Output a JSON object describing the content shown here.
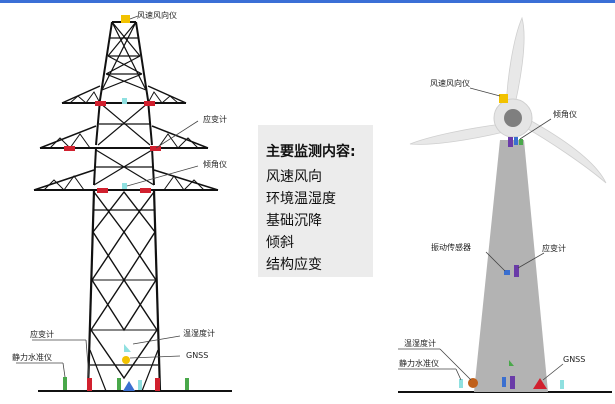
{
  "tower": {
    "labels": {
      "wind_sensor": "风速风向仪",
      "strain_gauge_top": "应变计",
      "tilt_meter": "倾角仪",
      "strain_gauge_base": "应变计",
      "level_gauge": "静力水准仪",
      "temp_humidity": "温湿度计",
      "gnss": "GNSS"
    }
  },
  "panel": {
    "title": "主要监测内容:",
    "items": [
      "风速风向",
      "环境温湿度",
      "基础沉降",
      "倾斜",
      "结构应变"
    ]
  },
  "turbine": {
    "labels": {
      "wind_sensor": "风速风向仪",
      "tilt_meter": "倾角仪",
      "vibration_sensor": "振动传感器",
      "strain_gauge": "应变计",
      "temp_humidity": "温湿度计",
      "level_gauge": "静力水准仪",
      "gnss": "GNSS"
    }
  },
  "colors": {
    "accent_bar": "#3b6fd6",
    "sensor_red": "#d1202e",
    "sensor_green": "#49a84a",
    "sensor_blue": "#3a6fd0",
    "sensor_cyan": "#8fe0e0",
    "sensor_yellow": "#f2c200",
    "sensor_purple": "#6a3ba8",
    "tower_gray": "#b3b3b3"
  }
}
